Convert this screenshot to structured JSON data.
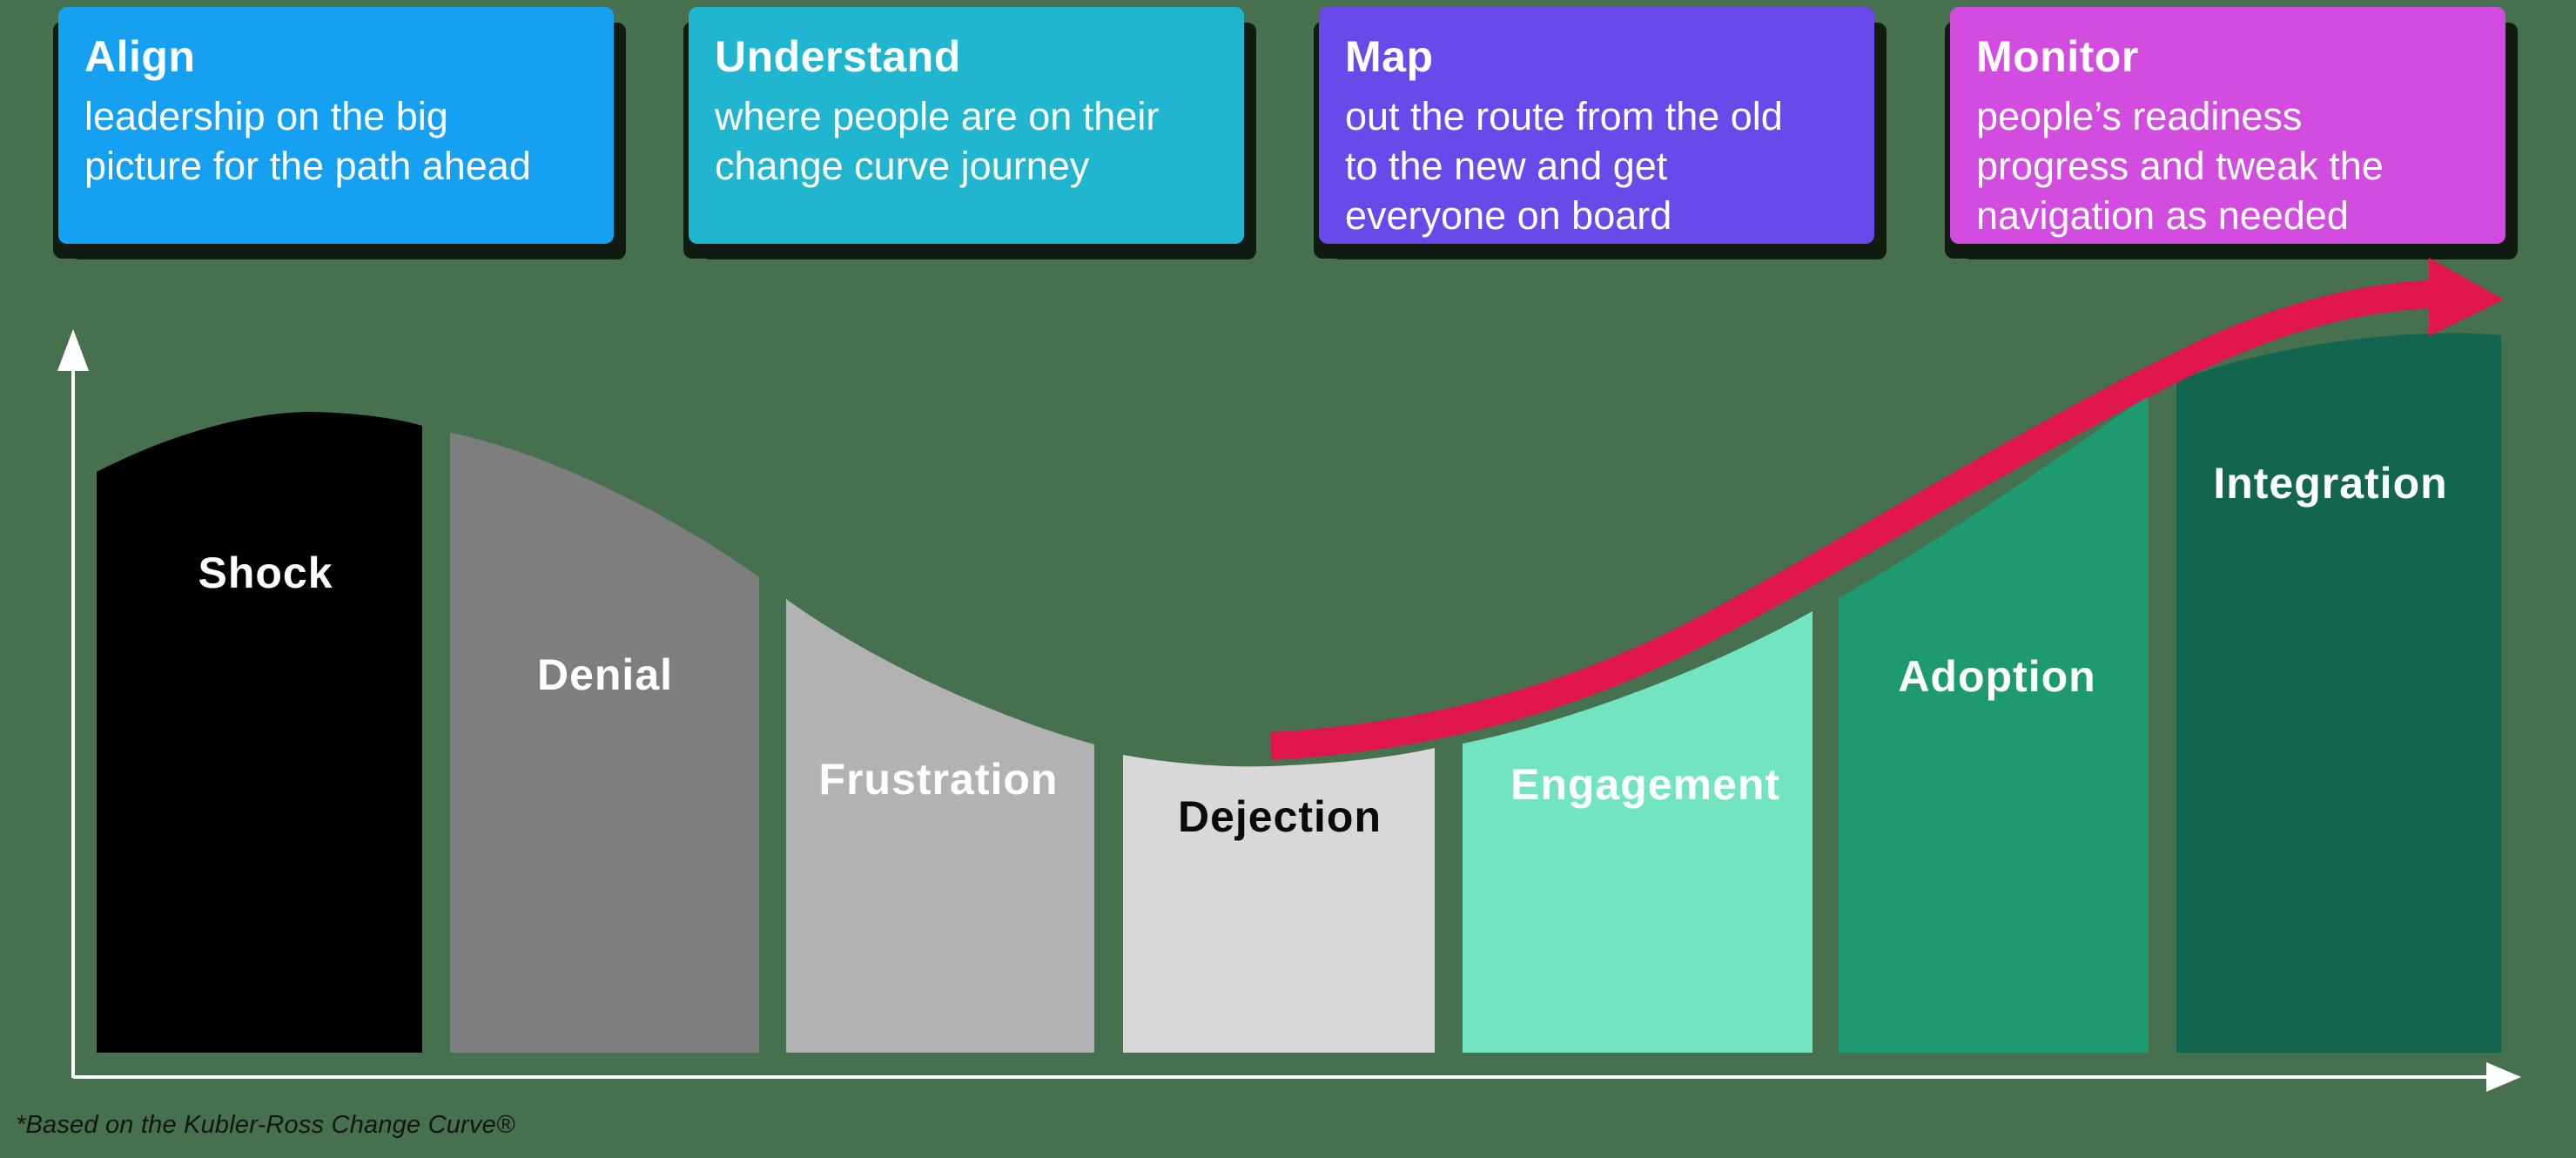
{
  "canvas": {
    "background": "#47714E"
  },
  "callouts": [
    {
      "title": "Align",
      "body": "leadership on the big\npicture for the path ahead",
      "color": "#16A0F2"
    },
    {
      "title": "Understand",
      "body": "where people are on their\nchange curve journey",
      "color": "#21B6CF"
    },
    {
      "title": "Map",
      "body": "out the route from the old\nto the new and get\neveryone on board",
      "color": "#6A49EA"
    },
    {
      "title": "Monitor",
      "body": "people’s readiness\nprogress and tweak the\nnavigation as needed",
      "color": "#D24CDF"
    }
  ],
  "stages": [
    {
      "label": "Shock",
      "color": "#000000",
      "label_color": "#FFFFFF"
    },
    {
      "label": "Denial",
      "color": "#7E7E7E",
      "label_color": "#FFFFFF"
    },
    {
      "label": "Frustration",
      "color": "#B2B2B2",
      "label_color": "#FFFFFF"
    },
    {
      "label": "Dejection",
      "color": "#D8D8D8",
      "label_color": "#0A0A0A"
    },
    {
      "label": "Engagement",
      "color": "#72E4C1",
      "label_color": "#FFFFFF"
    },
    {
      "label": "Adoption",
      "color": "#1E9A71",
      "label_color": "#FFFFFF"
    },
    {
      "label": "Integration",
      "color": "#12654F",
      "label_color": "#FFFFFF"
    }
  ],
  "arrow": {
    "color": "#E2164F"
  },
  "axes": {
    "color": "#FFFFFF"
  },
  "footnote": {
    "text": "*Based on the Kubler-Ross Change Curve®",
    "color": "#141414"
  }
}
